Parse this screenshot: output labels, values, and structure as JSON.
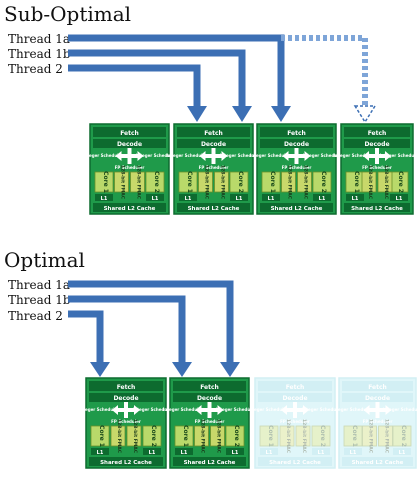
{
  "sections": [
    {
      "title": "Sub-Optimal",
      "threads": [
        "Thread 1a",
        "Thread 1b",
        "Thread 2"
      ]
    },
    {
      "title": "Optimal",
      "threads": [
        "Thread 1a",
        "Thread 1b",
        "Thread 2"
      ]
    }
  ],
  "module": {
    "fetch": "Fetch",
    "decode": "Decode",
    "int_sched_left": "Integer Scheduler",
    "int_sched_right": "Integer Scheduler",
    "fp_sched": "FP Scheduler",
    "core1": "Core 1",
    "core2": "Core 2",
    "fmac_left": "128-bit FMAC",
    "fmac_right": "128-bit FMAC",
    "l1_left": "L1",
    "l1_right": "L1",
    "l2": "Shared L2 Cache"
  },
  "colors": {
    "module_green": "#1f9a4a",
    "module_dark": "#0d6b2f",
    "core_fill": "#b9d96a",
    "fp_fill": "#c8d86a",
    "arrow_blue": "#3c6fb4",
    "inactive_cyan": "#bfeef2"
  }
}
